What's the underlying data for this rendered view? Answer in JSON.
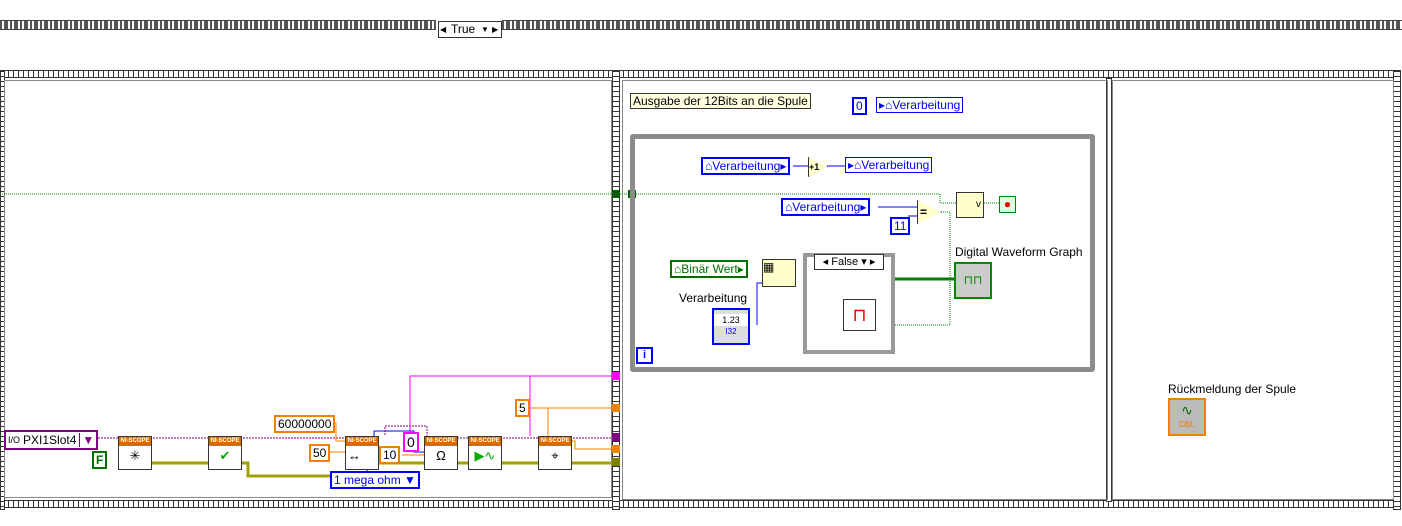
{
  "case_selector": {
    "value": "True"
  },
  "frame1": {
    "resource": "PXI1Slot4",
    "bool_const": "F",
    "const_60000000": "60000000",
    "const_50": "50",
    "const_10": "10",
    "const_0": "0",
    "const_5": "5",
    "impedance": "1 mega ohm",
    "vi_header": "NI-SCOPE"
  },
  "frame2": {
    "comment": "Ausgabe der 12Bits an die Spule",
    "init_const": "0",
    "init_local": "Verarbeitung",
    "loop": {
      "local_read": "Verarbeitung",
      "increment": "+1",
      "local_write": "Verarbeitung",
      "local_compare": "Verarbeitung",
      "const_11": "11",
      "equal": "=",
      "or": "v",
      "binary_local": "Binär Wert",
      "control_label": "Verarbeitung",
      "control_value": "1.23",
      "control_type": "I32",
      "case_value": "False",
      "graph_label": "Digital Waveform Graph",
      "iteration": "i"
    }
  },
  "frame3": {
    "indicator_label": "Rückmeldung der Spule",
    "indicator_type": "DBL"
  },
  "colors": {
    "wire_error": "#c8c800",
    "wire_bool": "#008000",
    "wire_int": "#0000ff",
    "wire_dbl": "#f08000",
    "wire_refnum": "#800080",
    "wire_string": "#ff00ff"
  }
}
